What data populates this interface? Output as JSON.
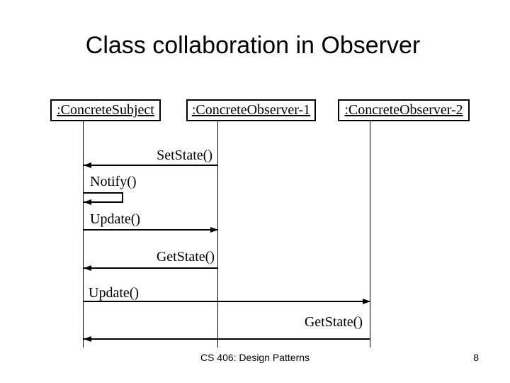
{
  "slide": {
    "title": "Class collaboration in Observer",
    "footer": "CS 406: Design Patterns",
    "slide_number": "8"
  },
  "diagram": {
    "type": "uml-sequence-diagram",
    "objects": [
      {
        "label": ":ConcreteSubject"
      },
      {
        "label": ":ConcreteObserver-1"
      },
      {
        "label": ":ConcreteObserver-2"
      }
    ],
    "messages": [
      {
        "label": "SetState()",
        "from": ":ConcreteObserver-1",
        "to": ":ConcreteSubject",
        "direction": "left"
      },
      {
        "label": "Notify()",
        "from": ":ConcreteSubject",
        "to": ":ConcreteSubject",
        "direction": "self"
      },
      {
        "label": "Update()",
        "from": ":ConcreteSubject",
        "to": ":ConcreteObserver-1",
        "direction": "right"
      },
      {
        "label": "GetState()",
        "from": ":ConcreteObserver-1",
        "to": ":ConcreteSubject",
        "direction": "left"
      },
      {
        "label": "Update()",
        "from": ":ConcreteSubject",
        "to": ":ConcreteObserver-2",
        "direction": "right"
      },
      {
        "label": "GetState()",
        "from": ":ConcreteObserver-2",
        "to": ":ConcreteSubject",
        "direction": "left"
      }
    ]
  },
  "colors": {
    "background": "#ffffff",
    "foreground": "#000000"
  }
}
